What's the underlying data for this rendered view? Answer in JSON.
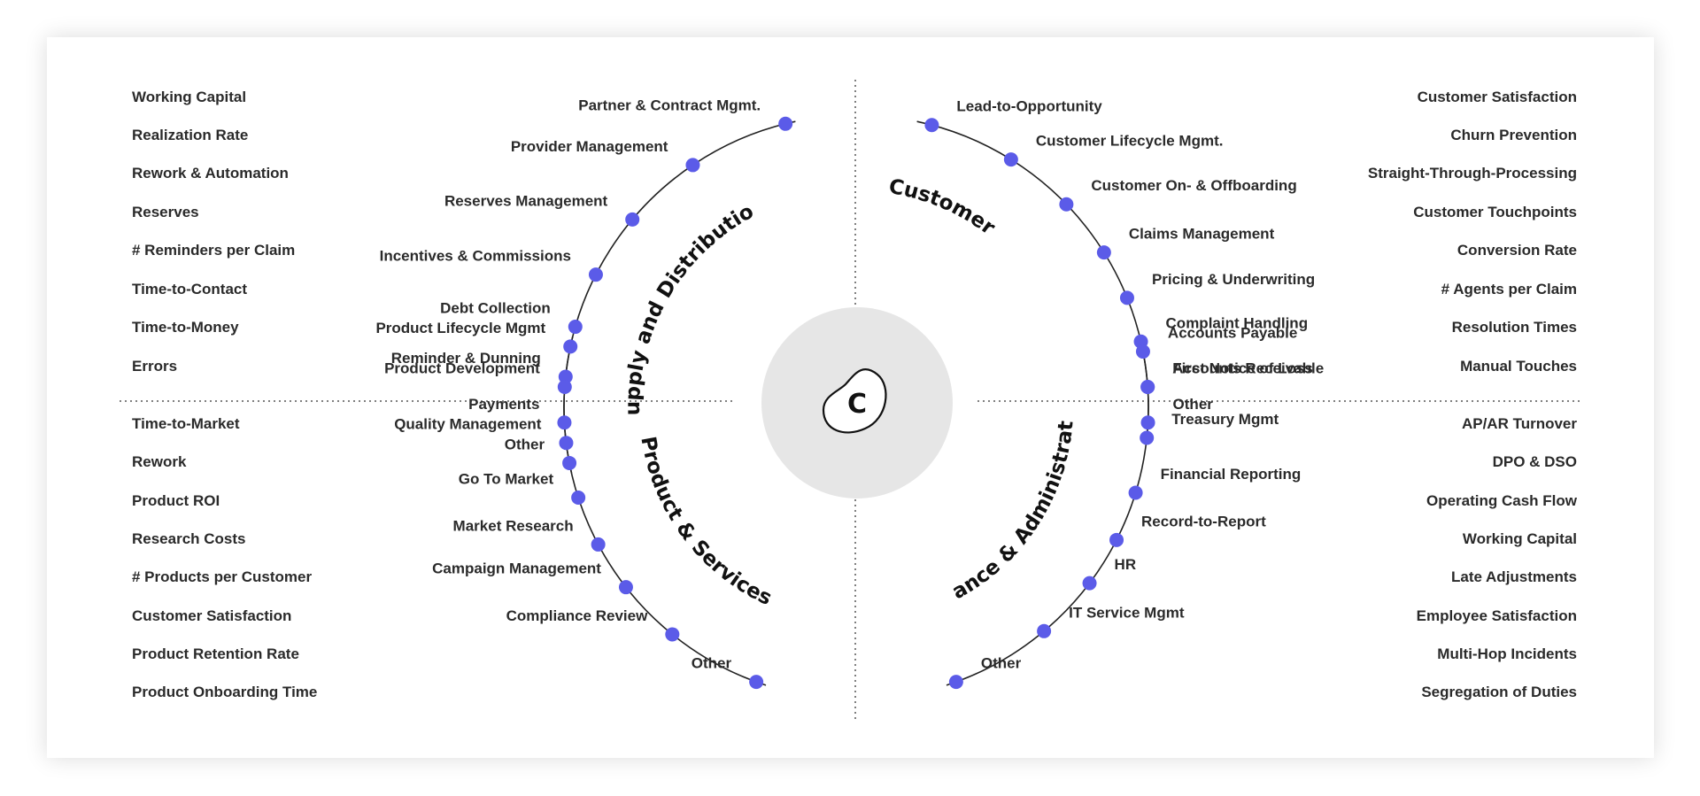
{
  "colors": {
    "accent": "#5b5be8",
    "hub": "#e6e6e6",
    "text": "#2a2a2a"
  },
  "center": {
    "logo_letter": "C",
    "icon": "blob-logo-icon"
  },
  "quadrants": {
    "supply": {
      "title": "Supply and Distribution",
      "processes": [
        "Partner & Contract Mgmt.",
        "Provider Management",
        "Reserves Management",
        "Incentives & Commissions",
        "Debt Collection",
        "Reminder & Dunning",
        "Payments",
        "Other"
      ],
      "kpis": [
        "Working Capital",
        "Realization Rate",
        "Rework & Automation",
        "Reserves",
        "# Reminders per Claim",
        "Time-to-Contact",
        "Time-to-Money",
        "Errors"
      ]
    },
    "customer": {
      "title": "Customer",
      "processes": [
        "Lead-to-Opportunity",
        "Customer Lifecycle Mgmt.",
        "Customer On- & Offboarding",
        "Claims Management",
        "Pricing & Underwriting",
        "Complaint Handling",
        "First Notice of Loss",
        "Other"
      ],
      "kpis": [
        "Customer Satisfaction",
        "Churn Prevention",
        "Straight-Through-Processing",
        "Customer Touchpoints",
        "Conversion Rate",
        "# Agents per Claim",
        "Resolution Times",
        "Manual Touches"
      ]
    },
    "product": {
      "title": "Product & Services",
      "processes": [
        "Product Lifecycle Mgmt",
        "Product Development",
        "Quality Management",
        "Go To Market",
        "Market Research",
        "Campaign Management",
        "Compliance Review",
        "Other"
      ],
      "kpis": [
        "Time-to-Market",
        "Rework",
        "Product ROI",
        "Research Costs",
        "# Products per Customer",
        "Customer Satisfaction",
        "Product Retention Rate",
        "Product Onboarding Time"
      ]
    },
    "finance": {
      "title": "Finance & Administration",
      "processes": [
        "Accounts Payable",
        "Accounts Receivable",
        "Treasury Mgmt",
        "Financial Reporting",
        "Record-to-Report",
        "HR",
        "IT Service Mgmt",
        "Other"
      ],
      "kpis": [
        "AP/AR Turnover",
        "DPO & DSO",
        "Operating Cash Flow",
        "Working Capital",
        "Late Adjustments",
        "Employee Satisfaction",
        "Multi-Hop Incidents",
        "Segregation of Duties"
      ]
    }
  }
}
